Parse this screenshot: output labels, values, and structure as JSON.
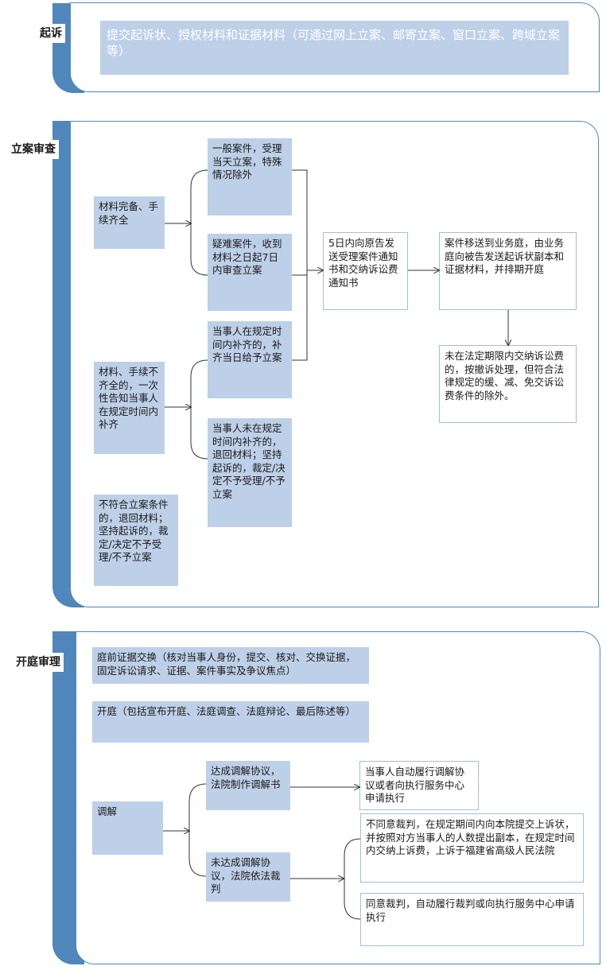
{
  "sections": {
    "filing": {
      "label": "起诉",
      "text": "提交起诉状、授权材料和证据材料（可通过网上立案、邮寄立案、窗口立案、跨域立案等）"
    },
    "review": {
      "label": "立案审查",
      "complete": "材料完备、手续齐全",
      "general": "一般案件，受理当天立案，特殊情况除外",
      "difficult": "疑难案件，收到材料之日起7日内审查立案",
      "incomplete": "材料、手续不齐全的，一次性告知当事人在规定时间内补齐",
      "supplied": "当事人在规定时间内补齐的，补齐当日给予立案",
      "not_supplied": "当事人未在规定时间内补齐的，退回材料；坚持起诉的，裁定/决定不予受理/不予立案",
      "not_eligible": "不符合立案条件的，退回材料；坚持起诉的，裁定/决定不予受理/不予立案",
      "notice": "5日内向原告发送受理案件通知书和交纳诉讼费通知书",
      "transfer": "案件移送到业务庭，由业务庭向被告发送起诉状副本和证据材料，并排期开庭",
      "unpaid": "未在法定期限内交纳诉讼费的，按撤诉处理，但符合法律规定的缓、减、免交诉讼费条件的除外。"
    },
    "trial": {
      "label": "开庭审理",
      "evidence": "庭前证据交换（核对当事人身份，提交、核对、交换证据，固定诉讼请求、证据、案件事实及争议焦点）",
      "hearing": "开庭（包括宣布开庭、法庭调查、法庭辩论、最后陈述等）",
      "mediation": "调解",
      "agreed": "达成调解协议，法院制作调解书",
      "agreed_result": "当事人自动履行调解协议或者向执行服务中心申请执行",
      "not_agreed": "未达成调解协议，法院依法裁判",
      "appeal": "不同意裁判，在规定期间内向本院提交上诉状，并按照对方当事人的人数提出副本，在规定时间内交纳上诉费，上诉于福建省高级人民法院",
      "accept": "同意裁判，自动履行裁判或向执行服务中心申请执行"
    }
  }
}
